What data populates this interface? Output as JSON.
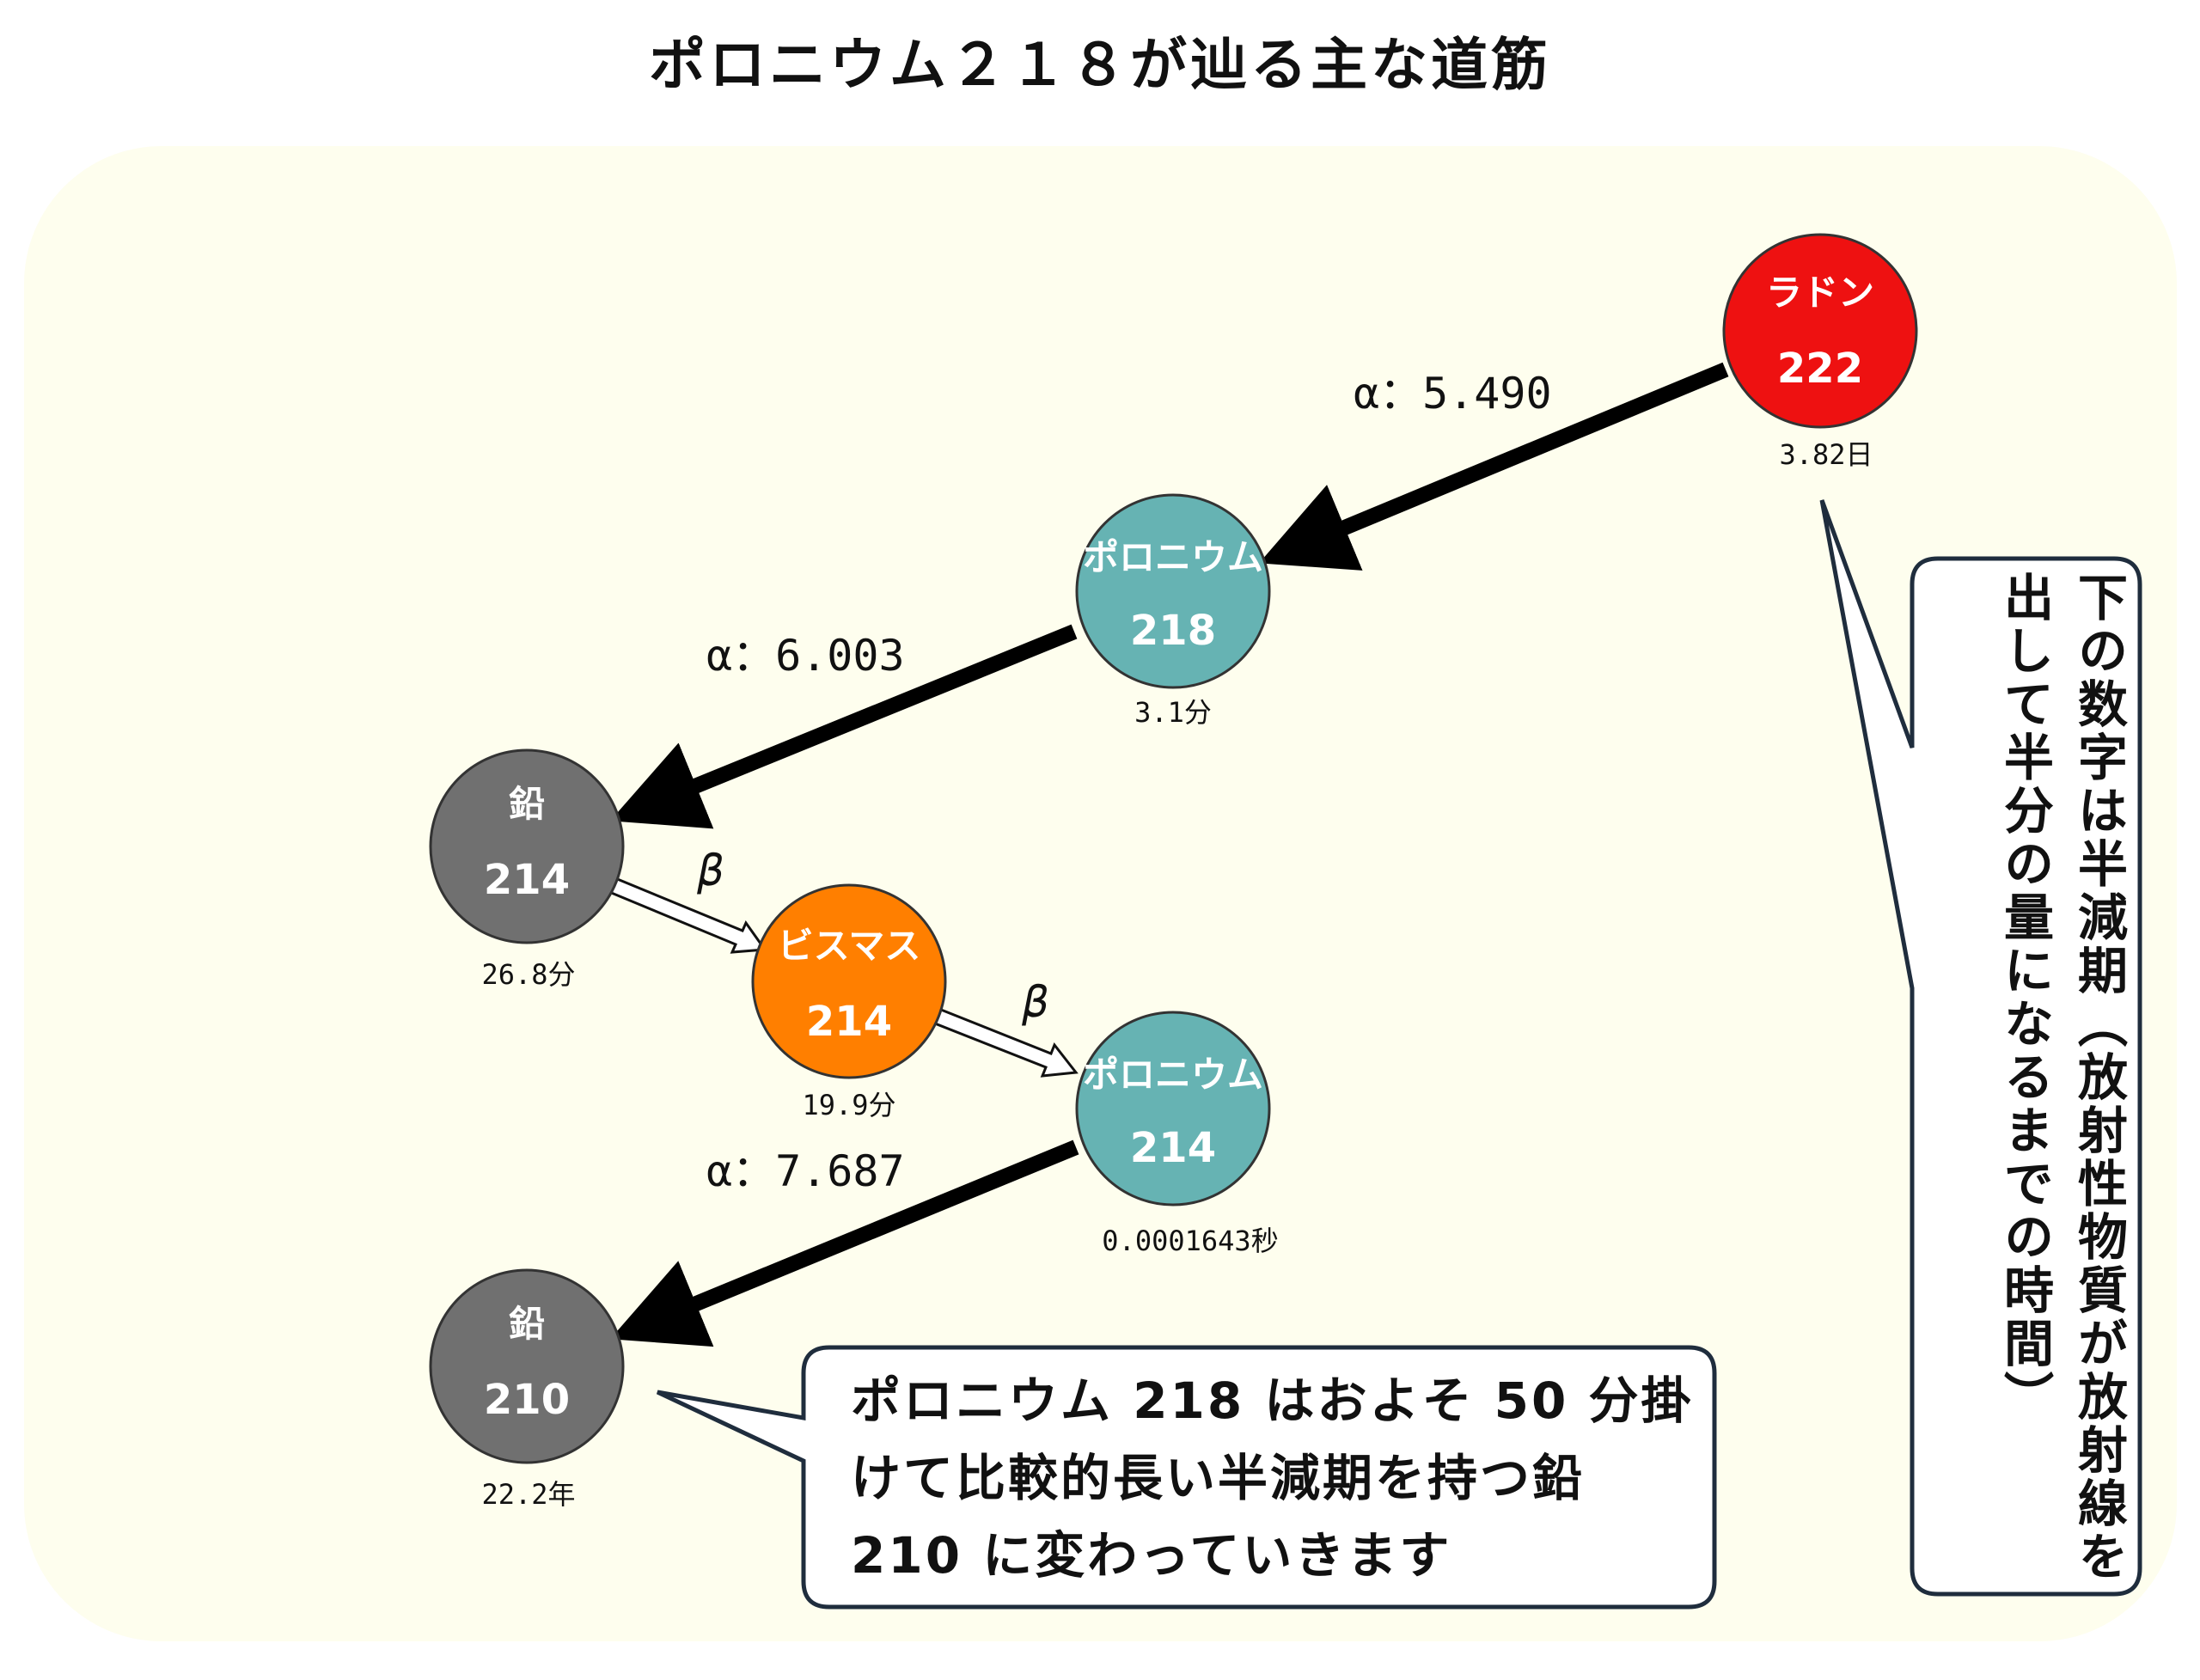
{
  "title": "ポロニウム２１８が辿る主な道筋",
  "colors": {
    "radon": "#ee1111",
    "polonium": "#66b3b3",
    "lead": "#707070",
    "bismuth": "#ff7f00",
    "panel": "#fefeee"
  },
  "nodes": [
    {
      "id": "rn222",
      "name": "ラドン",
      "mass": "222",
      "half_life": "3.82日",
      "color": "radon"
    },
    {
      "id": "po218",
      "name": "ポロニウム",
      "mass": "218",
      "half_life": "3.1分",
      "color": "polonium"
    },
    {
      "id": "pb214",
      "name": "鉛",
      "mass": "214",
      "half_life": "26.8分",
      "color": "lead"
    },
    {
      "id": "bi214",
      "name": "ビスマス",
      "mass": "214",
      "half_life": "19.9分",
      "color": "bismuth"
    },
    {
      "id": "po214",
      "name": "ポロニウム",
      "mass": "214",
      "half_life": "0.0001643秒",
      "color": "polonium"
    },
    {
      "id": "pb210",
      "name": "鉛",
      "mass": "210",
      "half_life": "22.2年",
      "color": "lead"
    }
  ],
  "edges": [
    {
      "from": "rn222",
      "to": "po218",
      "decay": "alpha",
      "label": "α：5.490"
    },
    {
      "from": "po218",
      "to": "pb214",
      "decay": "alpha",
      "label": "α：6.003"
    },
    {
      "from": "pb214",
      "to": "bi214",
      "decay": "beta",
      "label": "β"
    },
    {
      "from": "bi214",
      "to": "po214",
      "decay": "beta",
      "label": "β"
    },
    {
      "from": "po214",
      "to": "pb210",
      "decay": "alpha",
      "label": "α：7.687"
    }
  ],
  "callouts": {
    "bottom": [
      "ポロニウム 218 はおよそ 50 分掛",
      "けて比較的長い半減期を持つ鉛",
      "210 に変わっていきます"
    ],
    "side": "下の数字は半減期（放射性物質が放射線を出して半分の量になるまでの時間）"
  }
}
